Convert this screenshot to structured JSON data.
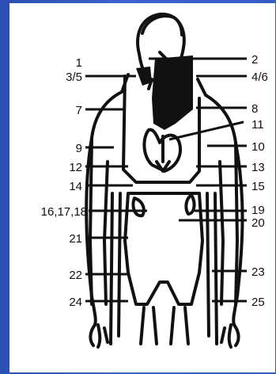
{
  "labels_left": [
    "1",
    "3/5",
    "7",
    "9",
    "12",
    "14",
    "16,17,18",
    "21",
    "22",
    "24"
  ],
  "labels_right": [
    "2",
    "4/6",
    "8",
    "11",
    "10",
    "13",
    "15",
    "19",
    "20",
    "23",
    "25"
  ],
  "colors": {
    "background": "#3558c2",
    "panel": "#ffffff",
    "ink": "#111111"
  }
}
